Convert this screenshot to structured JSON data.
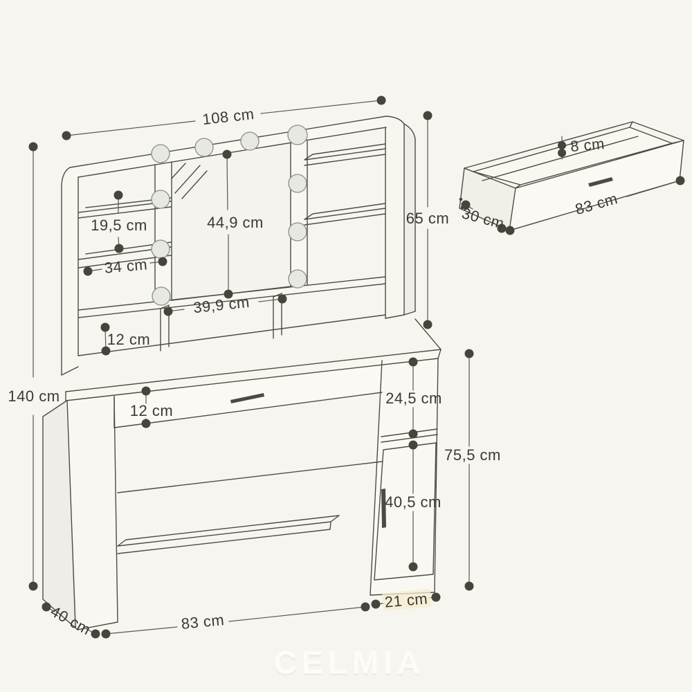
{
  "diagram": {
    "kind": "furniture dimension line drawing",
    "subject": "vanity dressing table with illuminated mirror hutch, plus detached drawer detail",
    "colors": {
      "background": "#f7f5f0",
      "line": "#4b4b45",
      "dimension_line": "#57574f",
      "dot": "#45453c",
      "text": "#3a3a35",
      "bulb_fill": "#e7e7e3",
      "label_highlight": "#f5ecce"
    },
    "main_view": {
      "dims": {
        "top_width": "108 cm",
        "total_height": "140 cm",
        "hutch_height": "65 cm",
        "shelf_spacing": "19,5 cm",
        "mirror_height": "44,9 cm",
        "shelf_width": "34 cm",
        "mirror_width": "39,9 cm",
        "organizer_height": "12 cm",
        "drawer_height": "12 cm",
        "open_shelf_height": "24,5 cm",
        "table_height": "75,5 cm",
        "door_height": "40,5 cm",
        "cabinet_width": "21 cm",
        "table_width": "83 cm",
        "table_depth": "40 cm"
      }
    },
    "drawer_view": {
      "dims": {
        "inner_height": "8 cm",
        "width": "83 cm",
        "depth": "30 cm"
      }
    },
    "watermark": "CELMIA"
  }
}
